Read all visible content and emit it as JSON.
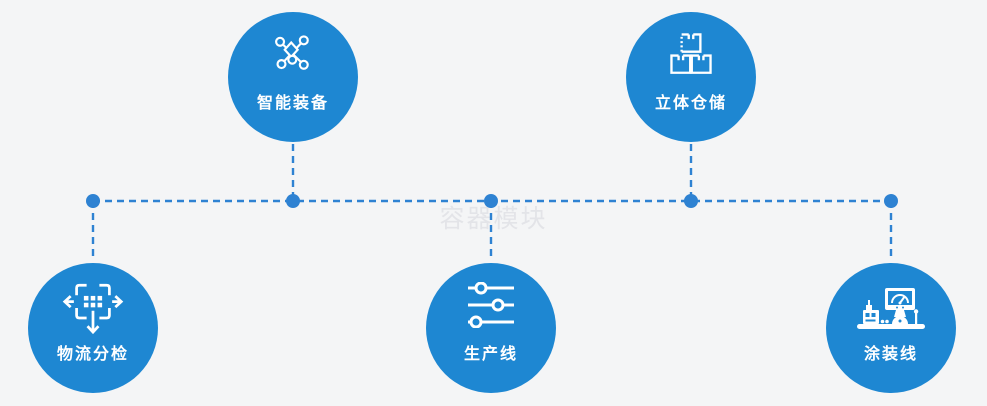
{
  "diagram": {
    "watermark_text": "容器模块",
    "colors": {
      "accent_blue": "#1e87d2",
      "connector_blue": "#2e82d2",
      "background": "#f4f5f6",
      "watermark_gray": "#e3e4e8",
      "icon_and_label": "#ffffff"
    },
    "nodes": [
      {
        "label": "智能装备",
        "icon": "network-nodes-icon",
        "row": "top"
      },
      {
        "label": "立体仓储",
        "icon": "stacked-boxes-icon",
        "row": "top"
      },
      {
        "label": "物流分检",
        "icon": "sort-distribute-icon",
        "row": "bottom"
      },
      {
        "label": "生产线",
        "icon": "sliders-icon",
        "row": "bottom"
      },
      {
        "label": "涂装线",
        "icon": "control-station-icon",
        "row": "bottom"
      }
    ]
  }
}
